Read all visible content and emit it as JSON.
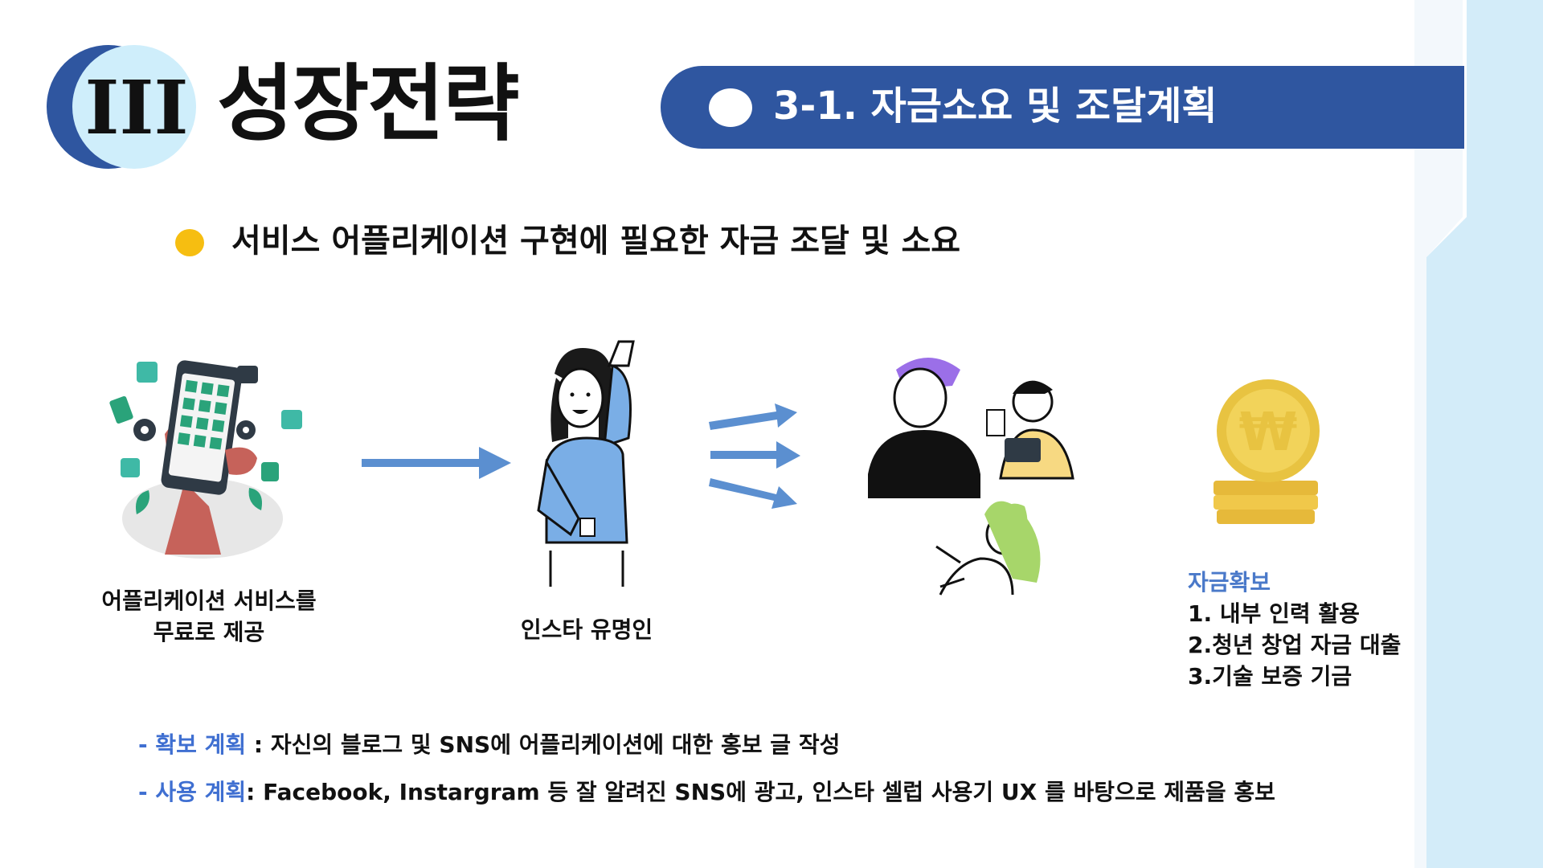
{
  "section": {
    "number": "III",
    "title": "성장전략"
  },
  "subtitle": "3-1. 자금소요 및 조달계획",
  "bullet": "서비스 어플리케이션 구현에 필요한 자금 조달 및 소요",
  "captions": {
    "app_line1": "어플리케이션 서비스를",
    "app_line2": "무료로 제공",
    "influencer": "인스타 유명인"
  },
  "funding": {
    "title": "자금확보",
    "items": [
      "1. 내부 인력 활용",
      "2.청년 창업 자금 대출",
      "3.기술 보증 기금"
    ]
  },
  "plans": [
    {
      "key": "- 확보 계획",
      "value": " : 자신의 블로그 및 SNS에 어플리케이션에 대한 홍보 글 작성"
    },
    {
      "key": "- 사용 계획",
      "value": ": Facebook, Instargram 등 잘 알려진 SNS에 광고, 인스타 셀럽 사용기 UX 를 바탕으로 제품을 홍보"
    }
  ],
  "icons": {
    "app": "phone-hand-illustration",
    "influencer": "influencer-illustration",
    "audience": "audience-illustration",
    "coin": "won-coin-icon"
  },
  "colors": {
    "banner": "#2f56a0",
    "arrow": "#5b8fd0",
    "bullet": "#f6be11",
    "accent_text": "#3f6fd1",
    "light_blue": "#d3ecf9"
  }
}
